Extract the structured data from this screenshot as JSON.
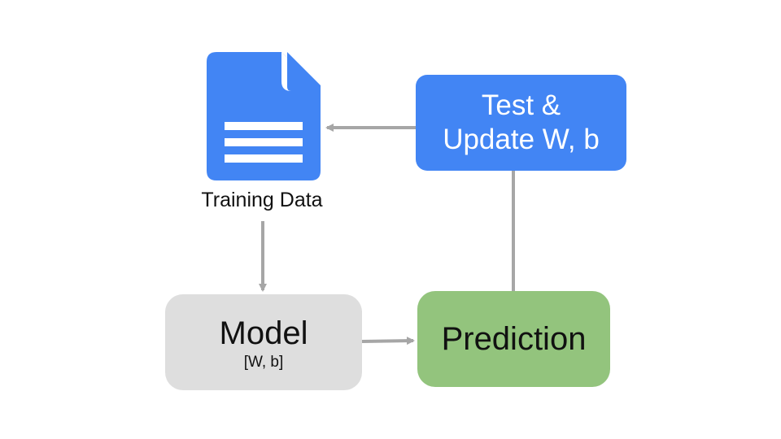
{
  "colors": {
    "doc_blue": "#4285f4",
    "test_box": "#4285f4",
    "model_box": "#dedede",
    "prediction_box": "#93c47d",
    "connector": "#a6a6a6"
  },
  "nodes": {
    "training_data": {
      "icon": "document-icon",
      "label": "Training Data"
    },
    "test_update": {
      "line1": "Test &",
      "line2": "Update W, b"
    },
    "model": {
      "title": "Model",
      "subtitle": "[W, b]"
    },
    "prediction": {
      "label": "Prediction"
    }
  },
  "edges": [
    {
      "from": "test_update",
      "to": "training_data",
      "arrow": true
    },
    {
      "from": "training_data",
      "to": "model",
      "arrow": true
    },
    {
      "from": "model",
      "to": "prediction",
      "arrow": true
    },
    {
      "from": "prediction",
      "to": "test_update",
      "arrow": false
    }
  ]
}
